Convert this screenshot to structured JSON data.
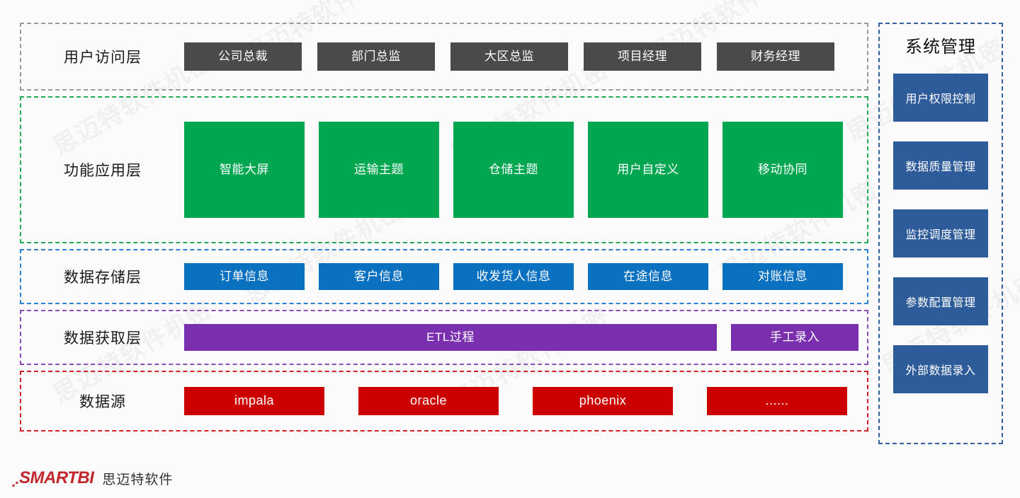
{
  "watermark": {
    "text": "思迈特软件机密"
  },
  "architecture": {
    "layers": [
      {
        "label": "用户访问层",
        "border_color": "#9a9a9a",
        "node_color": "#4a4a4a",
        "nodes": [
          "公司总裁",
          "部门总监",
          "大区总监",
          "项目经理",
          "财务经理"
        ]
      },
      {
        "label": "功能应用层",
        "border_color": "#1faa53",
        "node_color": "#00a650",
        "nodes": [
          "智能大屏",
          "运输主题",
          "仓储主题",
          "用户自定义",
          "移动协同"
        ]
      },
      {
        "label": "数据存储层",
        "border_color": "#2b7fd4",
        "node_color": "#0a70c0",
        "nodes": [
          "订单信息",
          "客户信息",
          "收发货人信息",
          "在途信息",
          "对账信息"
        ]
      },
      {
        "label": "数据获取层",
        "border_color": "#8a4fb5",
        "node_color": "#7a2fae",
        "nodes": [
          "ETL过程",
          "手工录入"
        ]
      },
      {
        "label": "数据源",
        "border_color": "#d32020",
        "node_color": "#cc0000",
        "nodes": [
          "impala",
          "oracle",
          "phoenix",
          "......"
        ]
      }
    ]
  },
  "system_panel": {
    "title": "系统管理",
    "border_color": "#3560a0",
    "item_color": "#2e5c9a",
    "items": [
      "用户权限控制",
      "数据质量管理",
      "监控调度管理",
      "参数配置管理",
      "外部数据录入"
    ]
  },
  "footer": {
    "brand": "SMARTBI",
    "brand_cn": "思迈特软件",
    "brand_color": "#c1272d"
  }
}
